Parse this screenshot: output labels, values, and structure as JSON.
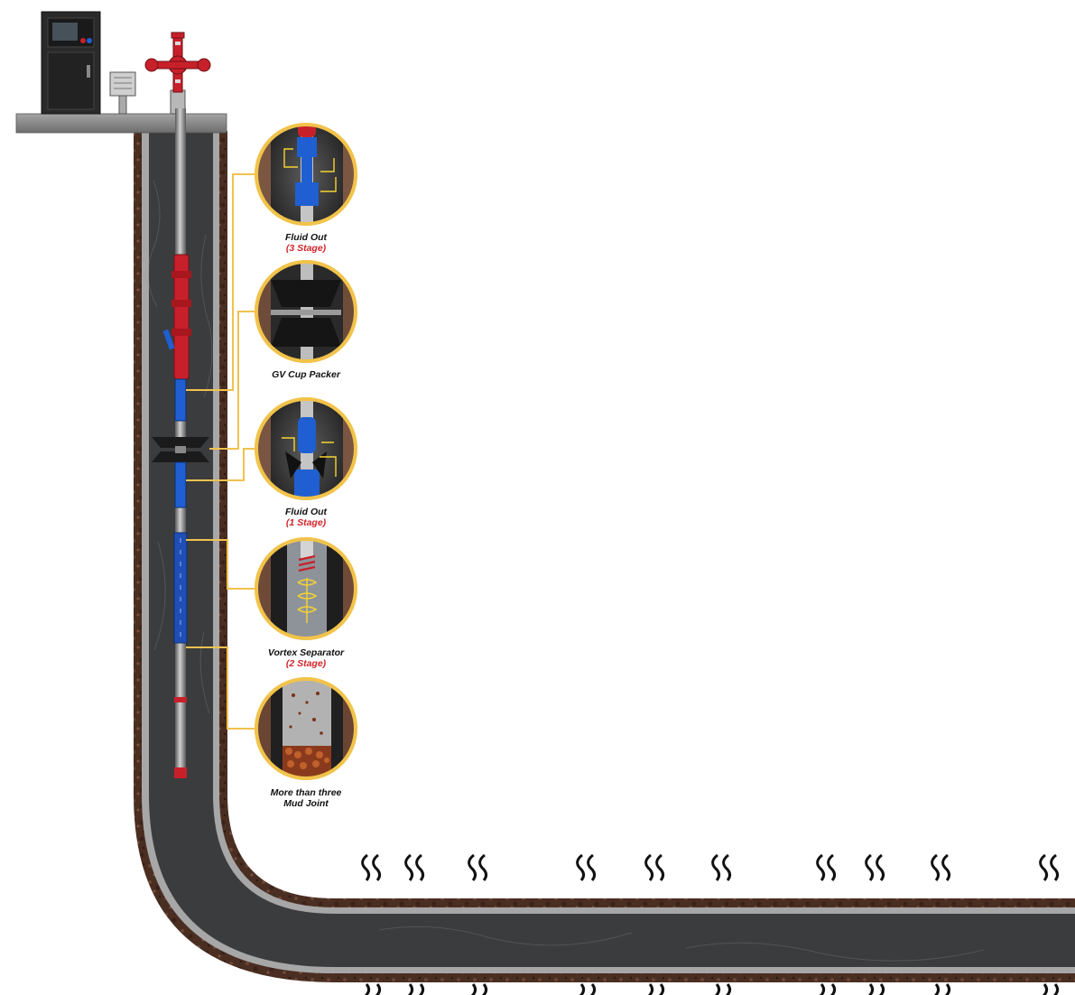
{
  "colors": {
    "soil": "#4a2e22",
    "soil_light": "#6b4633",
    "casing_outer": "#9a9a9a",
    "annulus": "#3a3b3d",
    "callout_ring": "#f1c34a",
    "leader_line": "#f0c24f",
    "tool_blue": "#1f5fd1",
    "tool_red": "#c8202a",
    "sub_label_red": "#d2232a",
    "surface_slab": "#8e8e8e"
  },
  "callouts": [
    {
      "id": "fluid-out-3",
      "label": "Fluid Out",
      "sub": "(3 Stage)",
      "icon": "fluid-out-3-stage-detail"
    },
    {
      "id": "gv-cup-packer",
      "label": "GV Cup Packer",
      "sub": "",
      "icon": "gv-cup-packer-detail"
    },
    {
      "id": "fluid-out-1",
      "label": "Fluid Out",
      "sub": "(1 Stage)",
      "icon": "fluid-out-1-stage-detail"
    },
    {
      "id": "vortex-separator",
      "label": "Vortex Separator",
      "sub": "(2 Stage)",
      "icon": "vortex-separator-detail"
    },
    {
      "id": "mud-joint",
      "label": "More than three",
      "sub": "",
      "label2": "Mud Joint",
      "icon": "mud-joint-detail"
    }
  ],
  "icons": {
    "control_panel": "control-panel-icon",
    "gauge": "pressure-gauge-icon",
    "wellhead": "wellhead-christmas-tree-icon",
    "fracture": "fracture-icon"
  }
}
